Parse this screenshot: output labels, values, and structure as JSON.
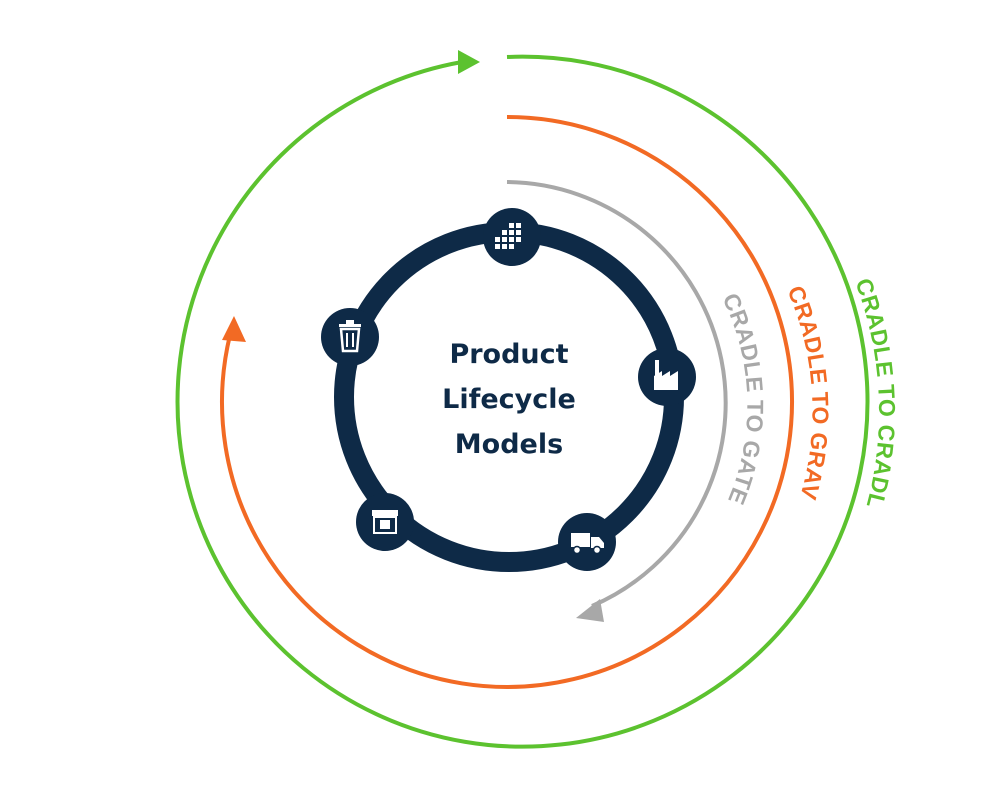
{
  "diagram": {
    "title_lines": [
      "Product",
      "Lifecycle",
      "Models"
    ],
    "loops": [
      {
        "id": "cradle-to-cradle",
        "label": "CRADLE TO CRADLE",
        "color": "#5cc22f"
      },
      {
        "id": "cradle-to-grave",
        "label": "CRADLE TO GRAVE",
        "color": "#f26a24"
      },
      {
        "id": "cradle-to-gate",
        "label": "CRADLE TO GATE",
        "color": "#a8a8a8"
      }
    ],
    "stages": [
      {
        "id": "raw-materials",
        "icon": "materials-grid-icon"
      },
      {
        "id": "manufacturing",
        "icon": "factory-icon"
      },
      {
        "id": "transport",
        "icon": "truck-icon"
      },
      {
        "id": "use",
        "icon": "store-icon"
      },
      {
        "id": "disposal",
        "icon": "trash-can-icon"
      }
    ],
    "colors": {
      "ring": "#0e2a47",
      "icon": "#ffffff"
    }
  }
}
